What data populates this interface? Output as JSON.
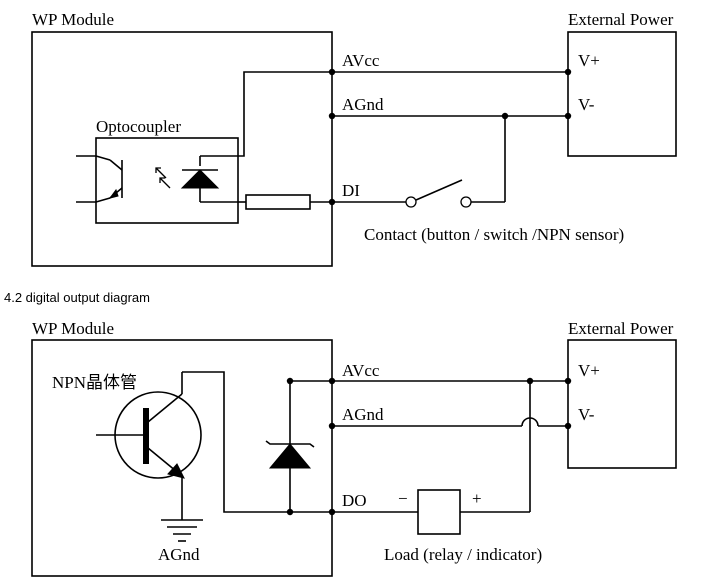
{
  "input_diagram": {
    "module_label": "WP Module",
    "power_label": "External Power",
    "optocoupler_label": "Optocoupler",
    "avcc_label": "AVcc",
    "agnd_label": "AGnd",
    "di_label": "DI",
    "vplus_label": "V+",
    "vminus_label": "V-",
    "contact_label": "Contact (button / switch /NPN sensor)"
  },
  "section_caption": "4.2 digital output diagram",
  "output_diagram": {
    "module_label": "WP Module",
    "power_label": "External Power",
    "npn_label": "NPN晶体管",
    "avcc_label": "AVcc",
    "agnd_label": "AGnd",
    "do_label": "DO",
    "vplus_label": "V+",
    "vminus_label": "V-",
    "minus_sign": "−",
    "plus_sign": "+",
    "ground_label": "AGnd",
    "load_label": "Load (relay / indicator)"
  }
}
